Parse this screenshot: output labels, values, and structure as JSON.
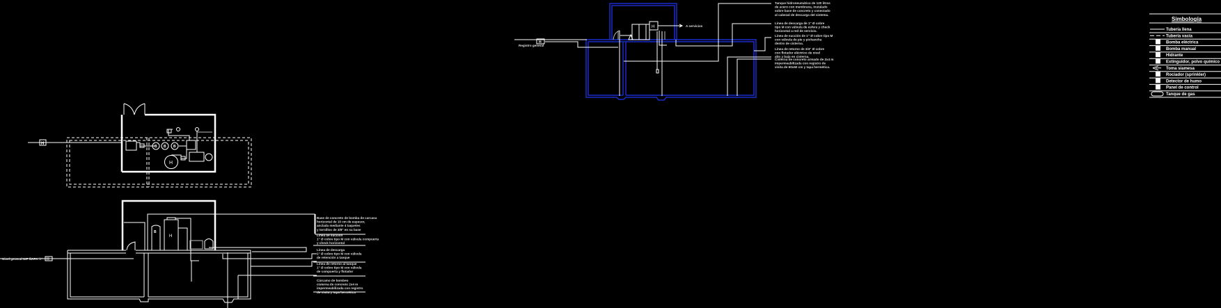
{
  "colors": {
    "background": "#000000",
    "lines": "#ffffff",
    "section_outline": "#1a2cc8"
  },
  "plan": {
    "inlet_valve": "H",
    "hydro_tank": "H",
    "pump_labels": [
      "B",
      "B",
      "B"
    ]
  },
  "elevation_left": {
    "inlet_label": "Nivel general NIP ÑAPA ½\"",
    "inlet_valve": "H",
    "tank_label": "H",
    "pump_label": "B",
    "notes": [
      [
        "Base de concreto de bomba de carcasa",
        "horizontal de 10 cm de espesor,",
        "anclada mediante 4 taquetes",
        "y tornillos de 3/8\" en su base"
      ],
      [
        "Línea de succión",
        "1\" Ø cobre tipo M con válvula compuerta",
        "y check horizontal"
      ],
      [
        "Línea de descarga",
        "1\" Ø cobre tipo M con válvula",
        "de retención a tanque"
      ],
      [
        "Línea de retorno al tanque",
        "1\" Ø cobre tipo M con válvula",
        "de compuerta y flotador"
      ],
      [
        "Cárcamo de bombeo",
        "cisterna de concreto 2x4 m",
        "impermeabilizada con registro",
        "de visita y tapa hermética"
      ]
    ]
  },
  "elevation_top": {
    "inlet_label": "Registro general",
    "inlet_valve": "H",
    "tank_label": "H",
    "outlet_label": "A servicios",
    "notes": [
      [
        "Tanque hidroneumático de 120 litros",
        "de acero con membrana, instalado",
        "sobre base de concreto y conectado",
        "al cabezal de descarga del sistema."
      ],
      [
        "Línea de descarga de 1\" Ø cobre",
        "tipo M con válvula de esfera y check",
        "horizontal a red de servicio."
      ],
      [
        "Línea de succión de 1\" Ø cobre tipo M",
        "con válvula de pie y pichancha",
        "dentro de cisterna."
      ],
      [
        "Línea de retorno de 3/4\" Ø cobre",
        "con flotador eléctrico de nivel",
        "alto y bajo en cisterna."
      ],
      [
        "Cisterna de concreto armado de 2x4 m",
        "impermeabilizada con registro de",
        "visita de 60x60 cm y tapa hermética."
      ]
    ]
  },
  "legend": {
    "title": "Simbología",
    "items": [
      {
        "symbol": "full-line",
        "label": "Tubería llena"
      },
      {
        "symbol": "dashed-line",
        "label": "Tubería vacía"
      },
      {
        "symbol": "electric-pump-icon",
        "label": "Bomba eléctrica"
      },
      {
        "symbol": "manual-pump-icon",
        "label": "Bomba manual"
      },
      {
        "symbol": "hydrant-icon",
        "label": "Hidrante"
      },
      {
        "symbol": "extinguisher-icon",
        "label": "Extinguidor, polvo químico seco"
      },
      {
        "symbol": "siamese-connection-icon",
        "label": "Toma siamesa"
      },
      {
        "symbol": "sprinkler-icon",
        "label": "Rociador (sprinkler)"
      },
      {
        "symbol": "smoke-detector-icon",
        "label": "Detector de humo"
      },
      {
        "symbol": "control-panel-icon",
        "label": "Panel de control"
      },
      {
        "symbol": "gas-tank-icon",
        "label": "Tanque de gas"
      }
    ]
  }
}
